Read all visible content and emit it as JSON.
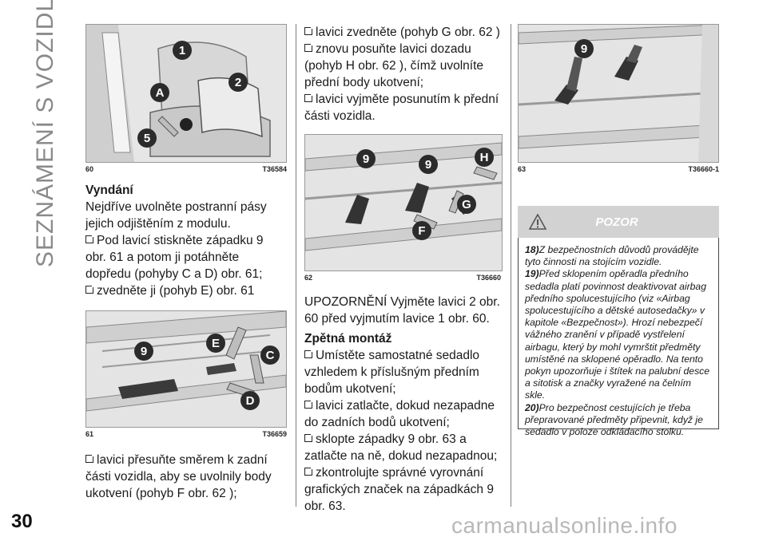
{
  "side_title": "SEZNÁMENÍ S VOZIDLEM",
  "page_number": "30",
  "watermark": "carmanualsonline.info",
  "fig60": {
    "num": "60",
    "code": "T36584",
    "callouts": [
      "1",
      "2",
      "A",
      "5"
    ]
  },
  "fig61": {
    "num": "61",
    "code": "T36659",
    "callouts": [
      "9",
      "E",
      "C",
      "D"
    ]
  },
  "fig62": {
    "num": "62",
    "code": "T36660",
    "callouts": [
      "9",
      "9",
      "H",
      "G",
      "F"
    ]
  },
  "fig63": {
    "num": "63",
    "code": "T36660-1",
    "callouts": [
      "9"
    ]
  },
  "col1": {
    "heading": "Vyndání",
    "intro": "Nejdříve uvolněte postranní pásy jejich odjištěním z modulu.",
    "items": [
      "Pod lavicí stiskněte západku 9 obr. 61 a potom ji potáhněte dopředu (pohyby C a D) obr. 61;",
      "zvedněte ji (pohyb E) obr. 61"
    ],
    "items_after": [
      "lavici přesuňte směrem k zadní části vozidla, aby se uvolnily body ukotvení (pohyb F obr. 62 );"
    ]
  },
  "col2": {
    "items": [
      "lavici zvedněte (pohyb G obr. 62 )",
      "znovu posuňte lavici dozadu (pohyb H obr. 62 ), čímž uvolníte přední body ukotvení;",
      "lavici vyjměte posunutím k přední části vozidla."
    ],
    "note": "UPOZORNĚNÍ Vyjměte lavici 2 obr. 60 před vyjmutím lavice 1 obr. 60.",
    "heading": "Zpětná montáž",
    "items2": [
      "Umístěte samostatné sedadlo vzhledem k příslušným předním bodům ukotvení;",
      "lavici zatlačte, dokud nezapadne do zadních bodů ukotvení;",
      "sklopte západky 9 obr. 63 a zatlačte na ně, dokud nezapadnou;",
      "zkontrolujte správné vyrovnání grafických značek na západkách 9 obr. 63."
    ]
  },
  "warning": {
    "title": "POZOR",
    "notes": [
      {
        "num": "18)",
        "text": "Z bezpečnostních důvodů provádějte tyto činnosti na stojícím vozidle."
      },
      {
        "num": "19)",
        "text": "Před sklopením opěradla předního sedadla platí povinnost deaktivovat airbag předního spolucestujícího (viz «Airbag spolucestujícího a dětské autosedačky» v kapitole «Bezpečnost»). Hrozí nebezpečí vážného zranění v případě vystřelení airbagu, který by mohl vymrštit předměty umístěné na sklopené opěradlo. Na tento pokyn upozorňuje i štítek na palubní desce a sitotisk a značky vyražené na čelním skle."
      },
      {
        "num": "20)",
        "text": "Pro bezpečnost cestujících je třeba přepravované předměty připevnit, když je sedadlo v poloze odkládacího stolku."
      }
    ]
  },
  "colors": {
    "warn_header": "#d2d2d2",
    "callout": "#2b2b2b",
    "arrow": "#bdbdbd"
  }
}
